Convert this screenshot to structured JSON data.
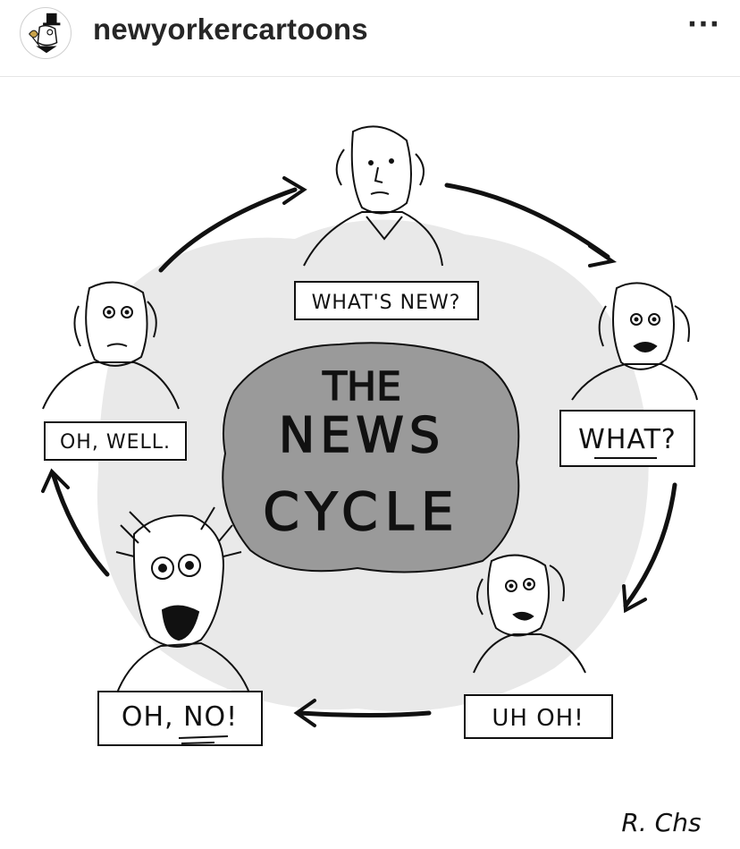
{
  "header": {
    "username": "newyorkercartoons",
    "more_label": "···",
    "avatar_icon": "new-yorker-avatar-icon"
  },
  "cartoon": {
    "title_line1": "THE",
    "title_line2": "NEWS",
    "title_line3": "CYCLE",
    "labels": {
      "top": "WHAT'S NEW?",
      "right": "WHAT?",
      "bottom_right": "UH OH!",
      "bottom_left": "OH, NO!",
      "left": "OH, WELL."
    },
    "signature": "R. Chs"
  },
  "colors": {
    "ink": "#111111",
    "wash": "#e6e6e6",
    "center_stone": "#9a9a9a"
  }
}
